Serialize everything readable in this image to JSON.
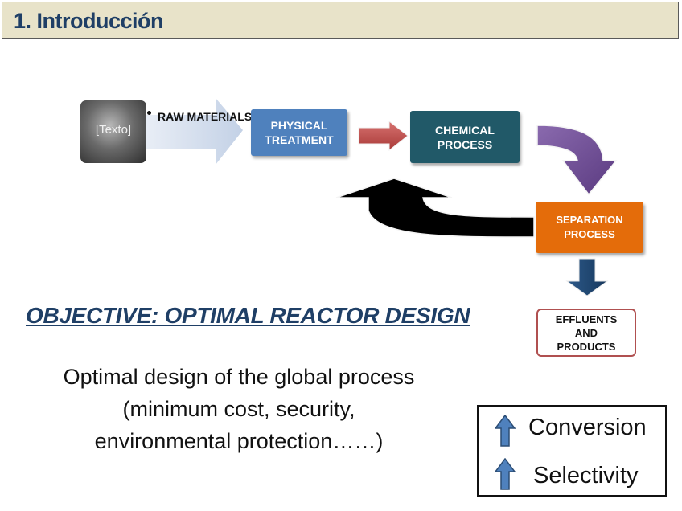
{
  "header": {
    "title": "1. Introducción"
  },
  "diagram": {
    "photo_label": "[Texto]",
    "raw_materials": "RAW\nMATERIALS",
    "physical_treatment": "PHYSICAL\nTREATMENT",
    "chemical_process": "CHEMICAL\nPROCESS",
    "separation_process": "SEPARATION\nPROCESS",
    "effluents_products": "EFFLUENTS\nAND\nPRODUCTS"
  },
  "objective": "OBJECTIVE: OPTIMAL REACTOR DESIGN",
  "description": "Optimal design of the global process\n(minimum cost, security,\nenvironmental protection……)",
  "legend": {
    "items": [
      {
        "label": "Conversion",
        "icon": "up-arrow-icon"
      },
      {
        "label": "Selectivity",
        "icon": "up-arrow-icon"
      }
    ]
  },
  "colors": {
    "header_bg": "#e8e3c9",
    "title": "#1f3f66",
    "physical": "#4f81bd",
    "chemical": "#215968",
    "separation": "#e46c0a",
    "effluents_border": "#b05050",
    "purple_arrow": "#6a4a8c",
    "red_arrow": "#c0504d",
    "down_arrow": "#1f3f66"
  }
}
